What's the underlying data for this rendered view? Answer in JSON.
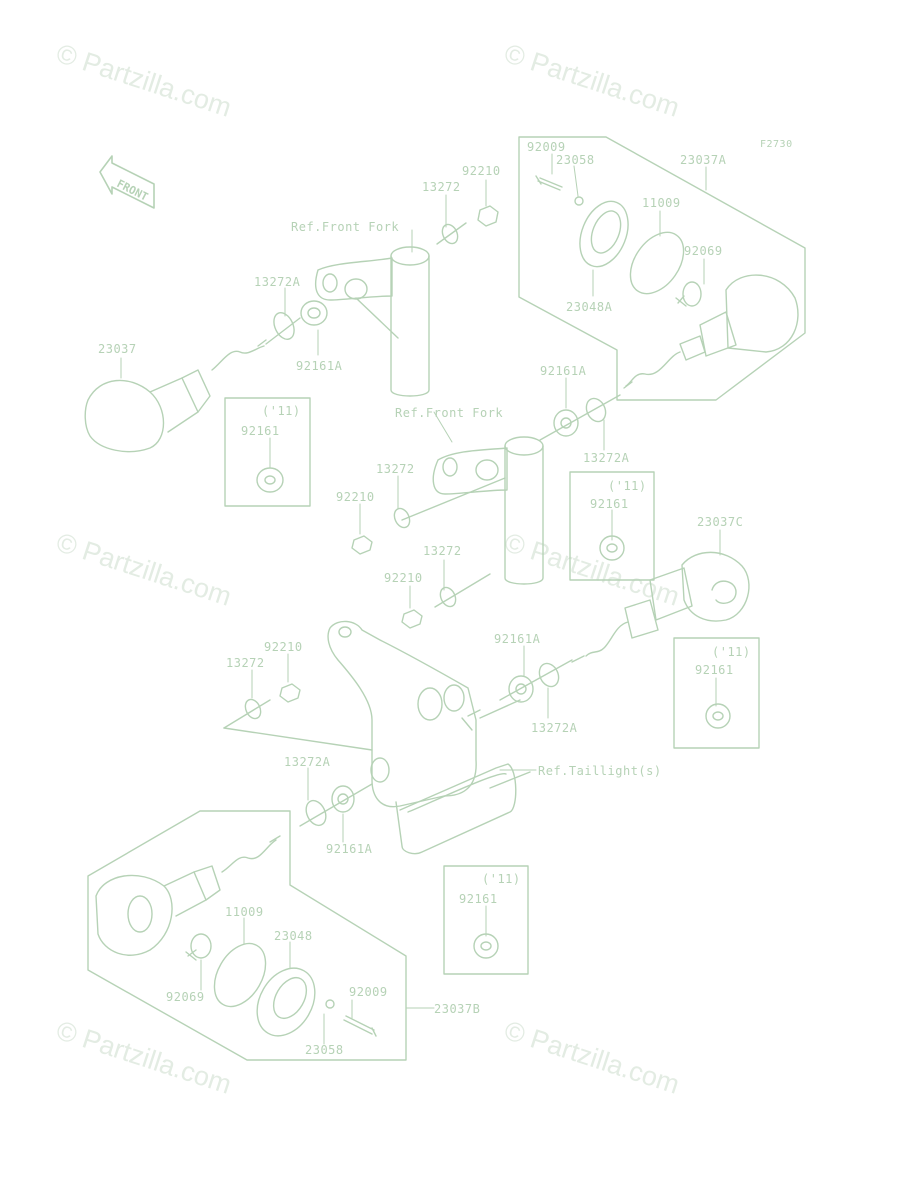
{
  "figure_code": "F2730",
  "front_label": "FRONT",
  "watermark": "© Partzilla.com",
  "refs": {
    "front_fork_upper": "Ref.Front Fork",
    "front_fork_lower": "Ref.Front Fork",
    "taillight": "Ref.Taillight(s)"
  },
  "callouts": {
    "p92009_tr": "92009",
    "p23058_tr": "23058",
    "p23037a": "23037A",
    "p11009_tr": "11009",
    "p92069_tr": "92069",
    "p23048a": "23048A",
    "p92210_top": "92210",
    "p13272_top": "13272",
    "p13272a_left": "13272A",
    "p92161a_left": "92161A",
    "p23037": "23037",
    "box1_year": "('11)",
    "box1_part": "92161",
    "p92161a_right": "92161A",
    "p13272a_right": "13272A",
    "box2_year": "('11)",
    "box2_part": "92161",
    "p23037c": "23037C",
    "p13272_mid": "13272",
    "p92210_mid": "92210",
    "p13272_mid2": "13272",
    "p92210_mid2": "92210",
    "p92161a_mid": "92161A",
    "p13272a_mid": "13272A",
    "box3_year": "('11)",
    "box3_part": "92161",
    "p92210_low": "92210",
    "p13272_low": "13272",
    "p13272a_low": "13272A",
    "p92161a_low": "92161A",
    "box4_year": "('11)",
    "box4_part": "92161",
    "p11009_bl": "11009",
    "p23048": "23048",
    "p92069_bl": "92069",
    "p92009_bl": "92009",
    "p23058_bl": "23058",
    "p23037b": "23037B"
  },
  "colors": {
    "line": "#b6d2b6",
    "text": "#b6d2b6",
    "watermark": "#e3ece3"
  }
}
